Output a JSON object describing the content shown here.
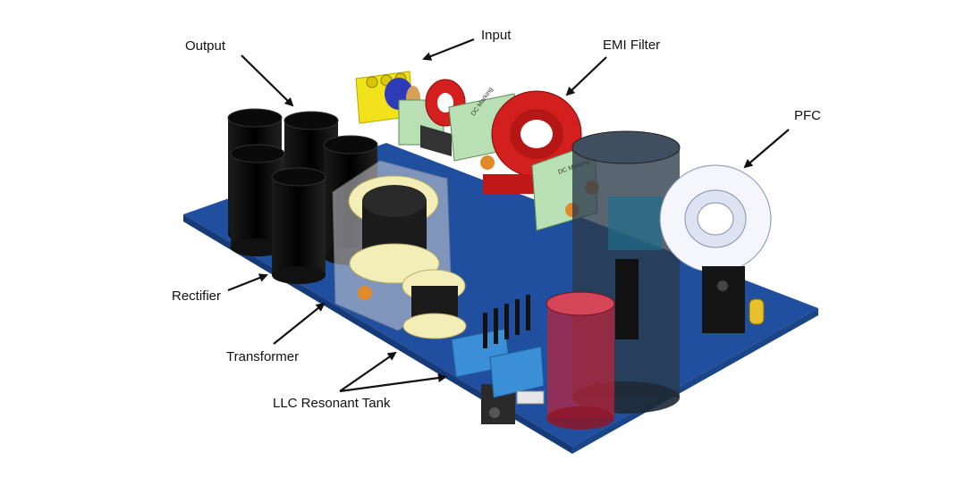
{
  "labels": {
    "output": "Output",
    "input": "Input",
    "emi_filter": "EMI Filter",
    "pfc": "PFC",
    "rectifier": "Rectifier",
    "transformer": "Transformer",
    "llc_resonant_tank": "LLC Resonant Tank"
  },
  "component_markings": {
    "dc_marking": "DC Marking"
  },
  "colors": {
    "board": "#1f4f9e",
    "board_edge": "#163a78",
    "capacitor": "#0b0b0b",
    "connector": "#f2e21c",
    "emi_choke": "#d41f1f",
    "film_cap": "#b9e0b4",
    "bulk_cap": "#2b3a4a",
    "red_cap": "#c0243a",
    "pfc_toroid": "#f4f6fb",
    "coil_copper": "#e8d79a",
    "blue_cap": "#3a8fd6",
    "arrow": "#111111"
  },
  "icons": {
    "arrow": "arrow-icon"
  }
}
